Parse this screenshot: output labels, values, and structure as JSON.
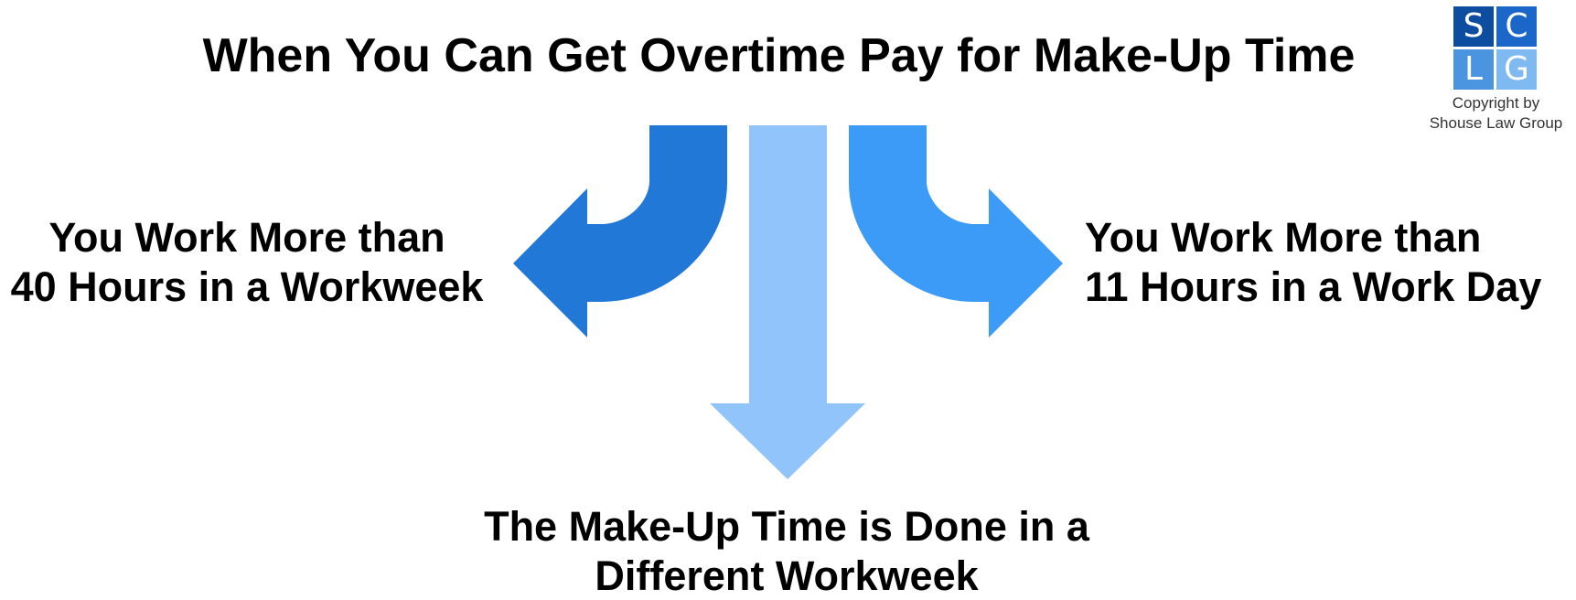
{
  "title": "When You Can Get Overtime Pay for Make-Up Time",
  "branches": {
    "left": {
      "line1": "You Work More than",
      "line2": "40 Hours in a Workweek",
      "color": "#2278D6"
    },
    "right": {
      "line1": "You Work More than",
      "line2": "11 Hours in a Work Day",
      "color": "#3D9BF8"
    },
    "bottom": {
      "line1": "The Make-Up Time is Done in a",
      "line2": "Different Workweek",
      "color": "#90C4FA"
    }
  },
  "logo": {
    "letters": [
      "S",
      "C",
      "L",
      "G"
    ],
    "colors": [
      "#0D4D9F",
      "#1A66C9",
      "#4A94E0",
      "#7FB9F1"
    ]
  },
  "copyright": {
    "line1": "Copyright by",
    "line2": "Shouse Law Group"
  }
}
